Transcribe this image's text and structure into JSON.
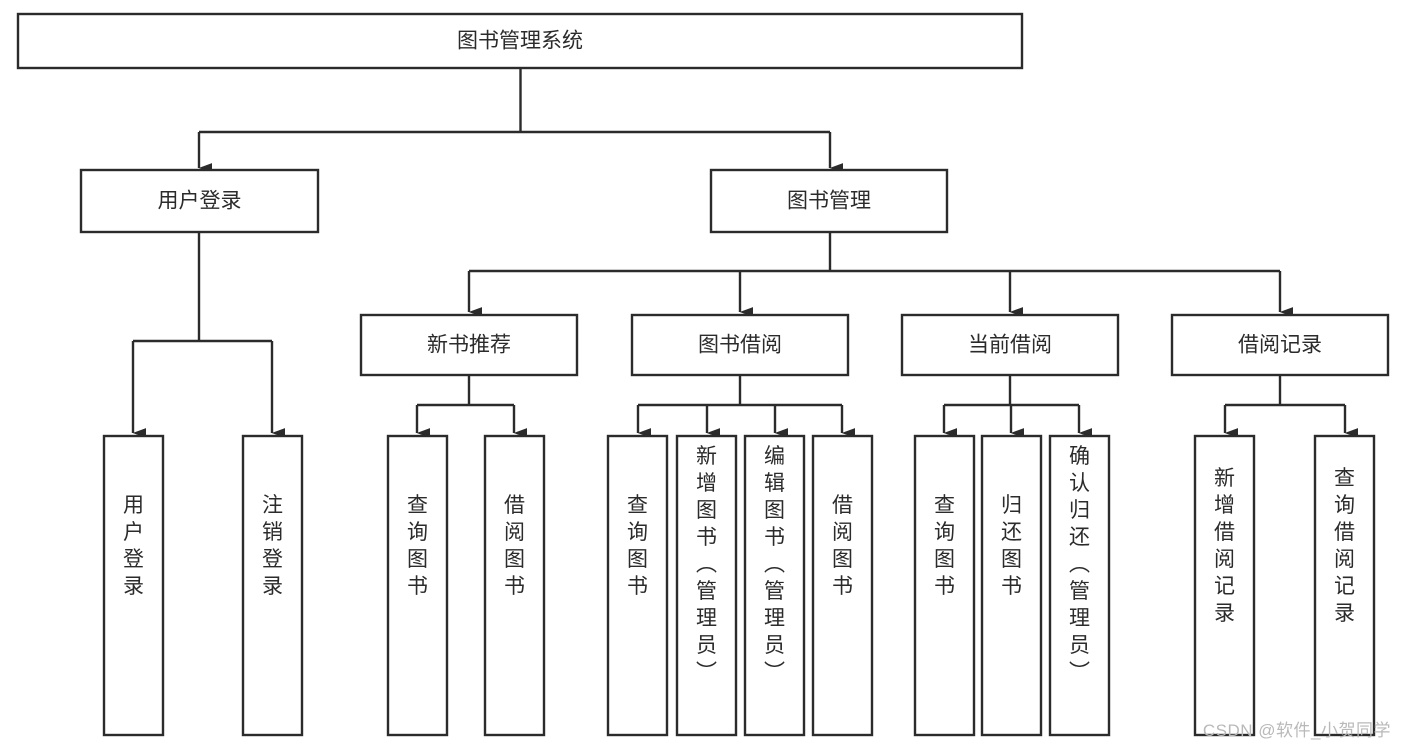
{
  "diagram": {
    "type": "hierarchy-tree",
    "title": "图书管理系统",
    "orientation": "top-down",
    "colors": {
      "box_fill": "#ffffff",
      "box_stroke": "#2b2b2b",
      "connector": "#2b2b2b",
      "text": "#2b2b2b",
      "watermark": "#b9b9b9",
      "background": "#ffffff"
    },
    "root": {
      "label": "图书管理系统"
    },
    "level2": [
      {
        "label": "用户登录"
      },
      {
        "label": "图书管理"
      }
    ],
    "level3": [
      {
        "label": "新书推荐"
      },
      {
        "label": "图书借阅"
      },
      {
        "label": "当前借阅"
      },
      {
        "label": "借阅记录"
      }
    ],
    "leaves": {
      "user_login": [
        {
          "label": "用户登录"
        },
        {
          "label": "注销登录"
        }
      ],
      "new_book_recommend": [
        {
          "label": "查询图书"
        },
        {
          "label": "借阅图书"
        }
      ],
      "book_borrow": [
        {
          "label": "查询图书"
        },
        {
          "label": "新增图书（管理员）"
        },
        {
          "label": "编辑图书（管理员）"
        },
        {
          "label": "借阅图书"
        }
      ],
      "current_borrow": [
        {
          "label": "查询图书"
        },
        {
          "label": "归还图书"
        },
        {
          "label": "确认归还（管理员）"
        }
      ],
      "borrow_record": [
        {
          "label": "新增借阅记录"
        },
        {
          "label": "查询借阅记录"
        }
      ]
    }
  },
  "watermark": {
    "text": "CSDN @软件_小贺同学"
  }
}
